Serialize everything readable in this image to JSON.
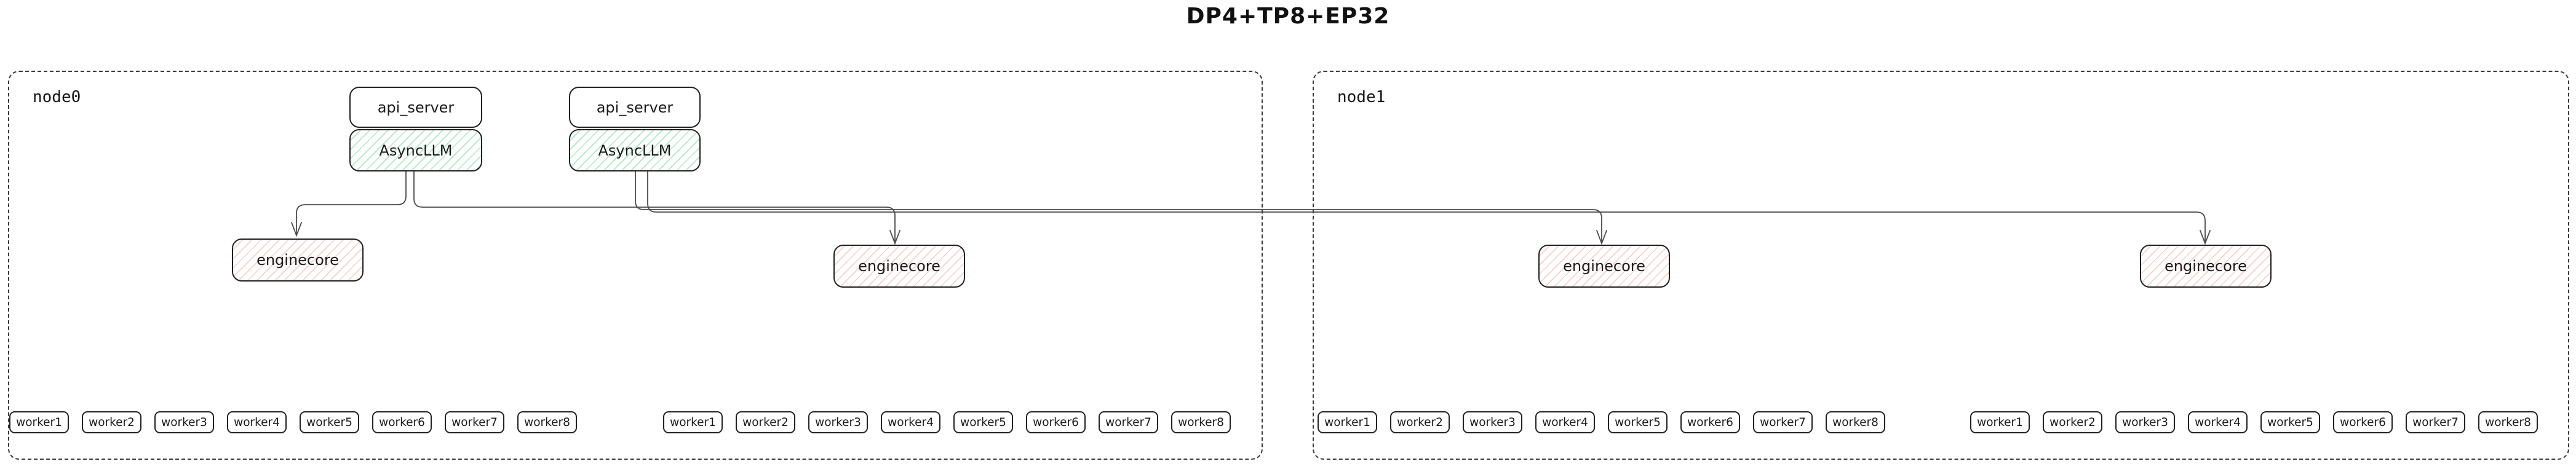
{
  "title": "DP4+TP8+EP32",
  "nodes": [
    {
      "label": "node0",
      "api_server_stacks": [
        {
          "api_server_label": "api_server",
          "asyncllm_label": "AsyncLLM"
        },
        {
          "api_server_label": "api_server",
          "asyncllm_label": "AsyncLLM"
        }
      ],
      "enginecores": [
        {
          "label": "enginecore"
        },
        {
          "label": "enginecore"
        }
      ],
      "worker_groups": [
        {
          "workers": [
            "worker1",
            "worker2",
            "worker3",
            "worker4",
            "worker5",
            "worker6",
            "worker7",
            "worker8"
          ]
        },
        {
          "workers": [
            "worker1",
            "worker2",
            "worker3",
            "worker4",
            "worker5",
            "worker6",
            "worker7",
            "worker8"
          ]
        }
      ]
    },
    {
      "label": "node1",
      "api_server_stacks": [],
      "enginecores": [
        {
          "label": "enginecore"
        },
        {
          "label": "enginecore"
        }
      ],
      "worker_groups": [
        {
          "workers": [
            "worker1",
            "worker2",
            "worker3",
            "worker4",
            "worker5",
            "worker6",
            "worker7",
            "worker8"
          ]
        },
        {
          "workers": [
            "worker1",
            "worker2",
            "worker3",
            "worker4",
            "worker5",
            "worker6",
            "worker7",
            "worker8"
          ]
        }
      ]
    }
  ],
  "edges": [
    {
      "from": "node0.AsyncLLM.0",
      "to": "node0.enginecore.0"
    },
    {
      "from": "node0.AsyncLLM.0",
      "to": "node0.enginecore.1"
    },
    {
      "from": "node0.AsyncLLM.1",
      "to": "node1.enginecore.0"
    },
    {
      "from": "node0.AsyncLLM.1",
      "to": "node1.enginecore.1"
    }
  ],
  "colors": {
    "asyncllm_hatch": "rgba(111,212,148,0.55)",
    "enginecore_hatch": "rgba(238,150,142,0.45)",
    "edge": "#4a4a4a",
    "border": "#212121"
  }
}
